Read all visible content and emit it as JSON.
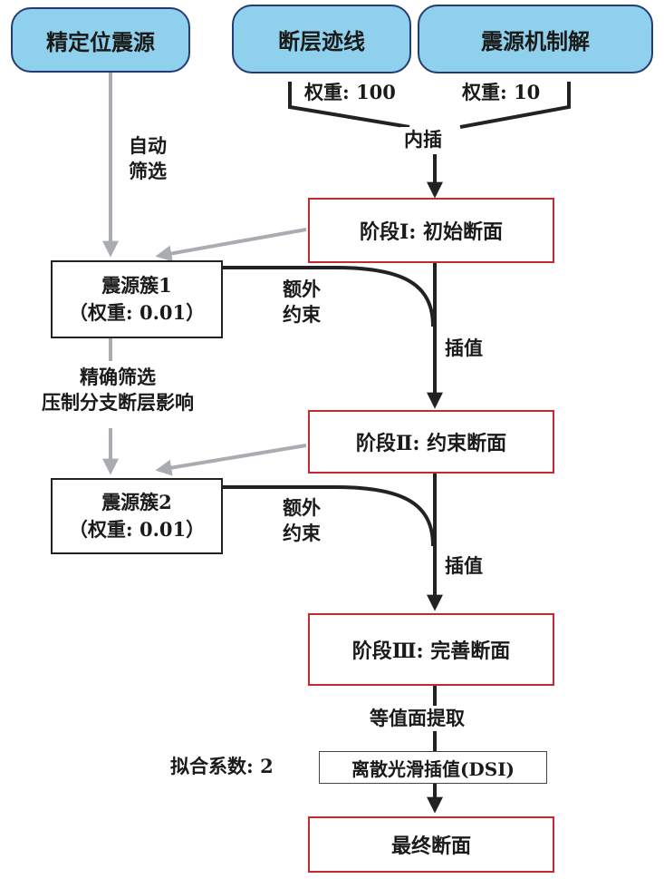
{
  "sources": {
    "relocated": "精定位震源",
    "fault_trace": "断层迹线",
    "focal_mechanism": "震源机制解"
  },
  "weights": {
    "fault_trace": "权重: 100",
    "focal_mechanism": "权重: 10"
  },
  "interpolate_label": "内插",
  "auto_filter": {
    "line1": "自动",
    "line2": "筛选"
  },
  "stages": {
    "stage1": "阶段Ⅰ: 初始断面",
    "stage2": "阶段Ⅱ: 约束断面",
    "stage3": "阶段Ⅲ: 完善断面",
    "final": "最终断面"
  },
  "clusters": {
    "c1": {
      "name": "震源簇1",
      "weight": "（权重: 0.01）"
    },
    "c2": {
      "name": "震源簇2",
      "weight": "（权重: 0.01）"
    }
  },
  "extra_constraint": {
    "line1": "额外",
    "line2": "约束"
  },
  "interp_value": "插值",
  "fine_filter": {
    "line1": "精确筛选",
    "line2": "压制分支断层影响"
  },
  "isosurface": "等值面提取",
  "fit_coefficient": "拟合系数: 2",
  "dsi": "离散光滑插值(DSI)",
  "colors": {
    "source_fill": "#8fd0ec",
    "source_border": "#243c73",
    "stage_border": "#c42b30",
    "gray_arrow": "#a9acb1",
    "black_arrow": "#222222"
  }
}
